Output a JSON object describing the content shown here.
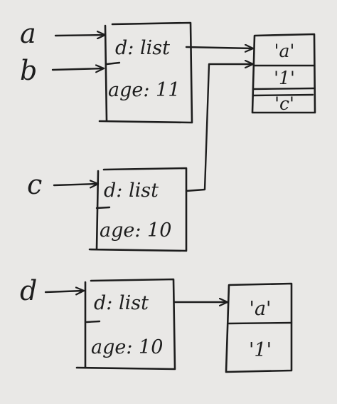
{
  "variables": {
    "a": "a",
    "b": "b",
    "c": "c",
    "d": "d"
  },
  "objects": {
    "obj1": {
      "field_d": "d: list",
      "field_age": "age: 11"
    },
    "obj2": {
      "field_d": "d: list",
      "field_age": "age: 10"
    },
    "obj3": {
      "field_d": "d: list",
      "field_age": "age: 10"
    }
  },
  "lists": {
    "list1": [
      "'a'",
      "'1'",
      "'c'"
    ],
    "list2": [
      "'a'",
      "'1'"
    ]
  },
  "colors": {
    "ink": "#1d1d1d",
    "paper": "#e9e8e6"
  }
}
